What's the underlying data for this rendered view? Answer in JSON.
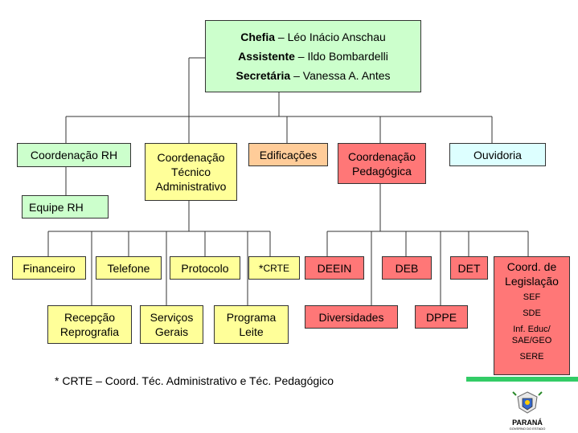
{
  "chefia_box": {
    "line1_bold": "Chefia",
    "line1_rest": " – Léo Inácio Anschau",
    "line2_bold": "Assistente",
    "line2_rest": " – Ildo Bombardelli",
    "line3_bold": "Secretária",
    "line3_rest": " – Vanessa A. Antes"
  },
  "units": {
    "coord_rh": "Coordenação RH",
    "equipe_rh": "Equipe RH",
    "coord_tecnico": [
      "Coordenação",
      "Técnico",
      "Administrativo"
    ],
    "edificacoes": "Edificações",
    "coord_pedagogica": [
      "Coordenação",
      "Pedagógica"
    ],
    "ouvidoria": "Ouvidoria",
    "financeiro": "Financeiro",
    "telefone": "Telefone",
    "protocolo": "Protocolo",
    "crte_star": "*",
    "crte": "CRTE",
    "recepcao": [
      "Recepção",
      "Reprografia"
    ],
    "servicos": [
      "Serviços",
      "Gerais"
    ],
    "programa": [
      "Programa",
      "Leite"
    ],
    "deein": "DEEIN",
    "deb": "DEB",
    "det": "DET",
    "diversidades": "Diversidades",
    "dppe": "DPPE",
    "coord_legislacao": [
      "Coord. de",
      "Legislação"
    ],
    "legislacao_items": [
      "SEF",
      "SDE",
      "Inf. Educ/",
      "SAE/GEO",
      "SERE"
    ]
  },
  "footnote": "* CRTE – Coord. Téc. Administrativo e  Téc. Pedagógico",
  "logo": {
    "text": "PARANÁ",
    "subtext": "GOVERNO DO ESTADO"
  },
  "colors": {
    "green": "#ccffcc",
    "yellow": "#ffff99",
    "orange": "#ffcc99",
    "red": "#ff7777",
    "cyan": "#ddffff",
    "accent_bar": "#33cc66"
  }
}
